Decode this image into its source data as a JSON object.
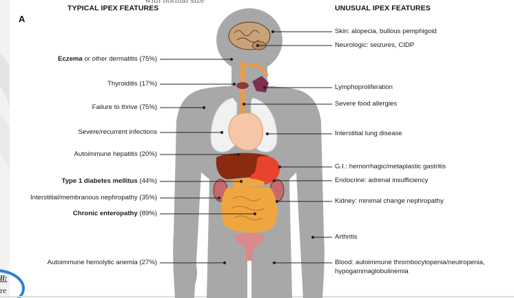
{
  "panel_label": "A",
  "cropped_top_text": "with normal size",
  "cropped_left_texts": [
    "ll:",
    "re"
  ],
  "headers": {
    "typical": "TYPICAL IPEX FEATURES",
    "unusual": "UNUSUAL IPEX FEATURES"
  },
  "typical_features": [
    {
      "bold": "Eczema",
      "rest": " or other dermatitis (75%)"
    },
    {
      "bold": "",
      "rest": "Thyroiditis (17%)"
    },
    {
      "bold": "",
      "rest": "Failure to thrive (75%)"
    },
    {
      "bold": "",
      "rest": "Severe/recurrent infections"
    },
    {
      "bold": "",
      "rest": "Autoimmune hepatitis  (20%)"
    },
    {
      "bold": "Type 1 diabetes mellitus",
      "rest": " (44%)"
    },
    {
      "bold": "",
      "rest": "Interstitial/membranous nephropathy (35%)"
    },
    {
      "bold": "Chronic enteropathy",
      "rest": " (89%)"
    },
    {
      "bold": "",
      "rest": "Autoimmune hemolytic anemia (27%)"
    }
  ],
  "unusual_features": [
    {
      "text": "Skin: alopecia, bullous pemphigoid"
    },
    {
      "text": "Neurologic: seizures, CIDP"
    },
    {
      "text": "Lymphoproliferation"
    },
    {
      "text": "Severe food allergies"
    },
    {
      "text": "Interstitial lung disease"
    },
    {
      "text": "G.I.: hemorrhagic/metaplastic gastritis"
    },
    {
      "text": "Endocrine: adrenal insufficiency"
    },
    {
      "text": "Kidney: minimal change nephropathy"
    },
    {
      "text": "Arthritis"
    },
    {
      "text": "Blood: autoimmune thrombocytopenia/neutropenia,",
      "text2": "hypogammaglobulinemia"
    }
  ],
  "colors": {
    "silhouette": "#a8a8a8",
    "brain": "#c9a27a",
    "lungs": "#f1f1f1",
    "heart": "#f6c6a8",
    "liver": "#8a2a10",
    "stomach": "#e8432c",
    "intestine": "#f0a640",
    "kidney": "#c46a6a",
    "thyroid": "#7a3050",
    "esophagus": "#f39a3a",
    "line": "#222222",
    "blue_accent": "#2a7fd4"
  }
}
